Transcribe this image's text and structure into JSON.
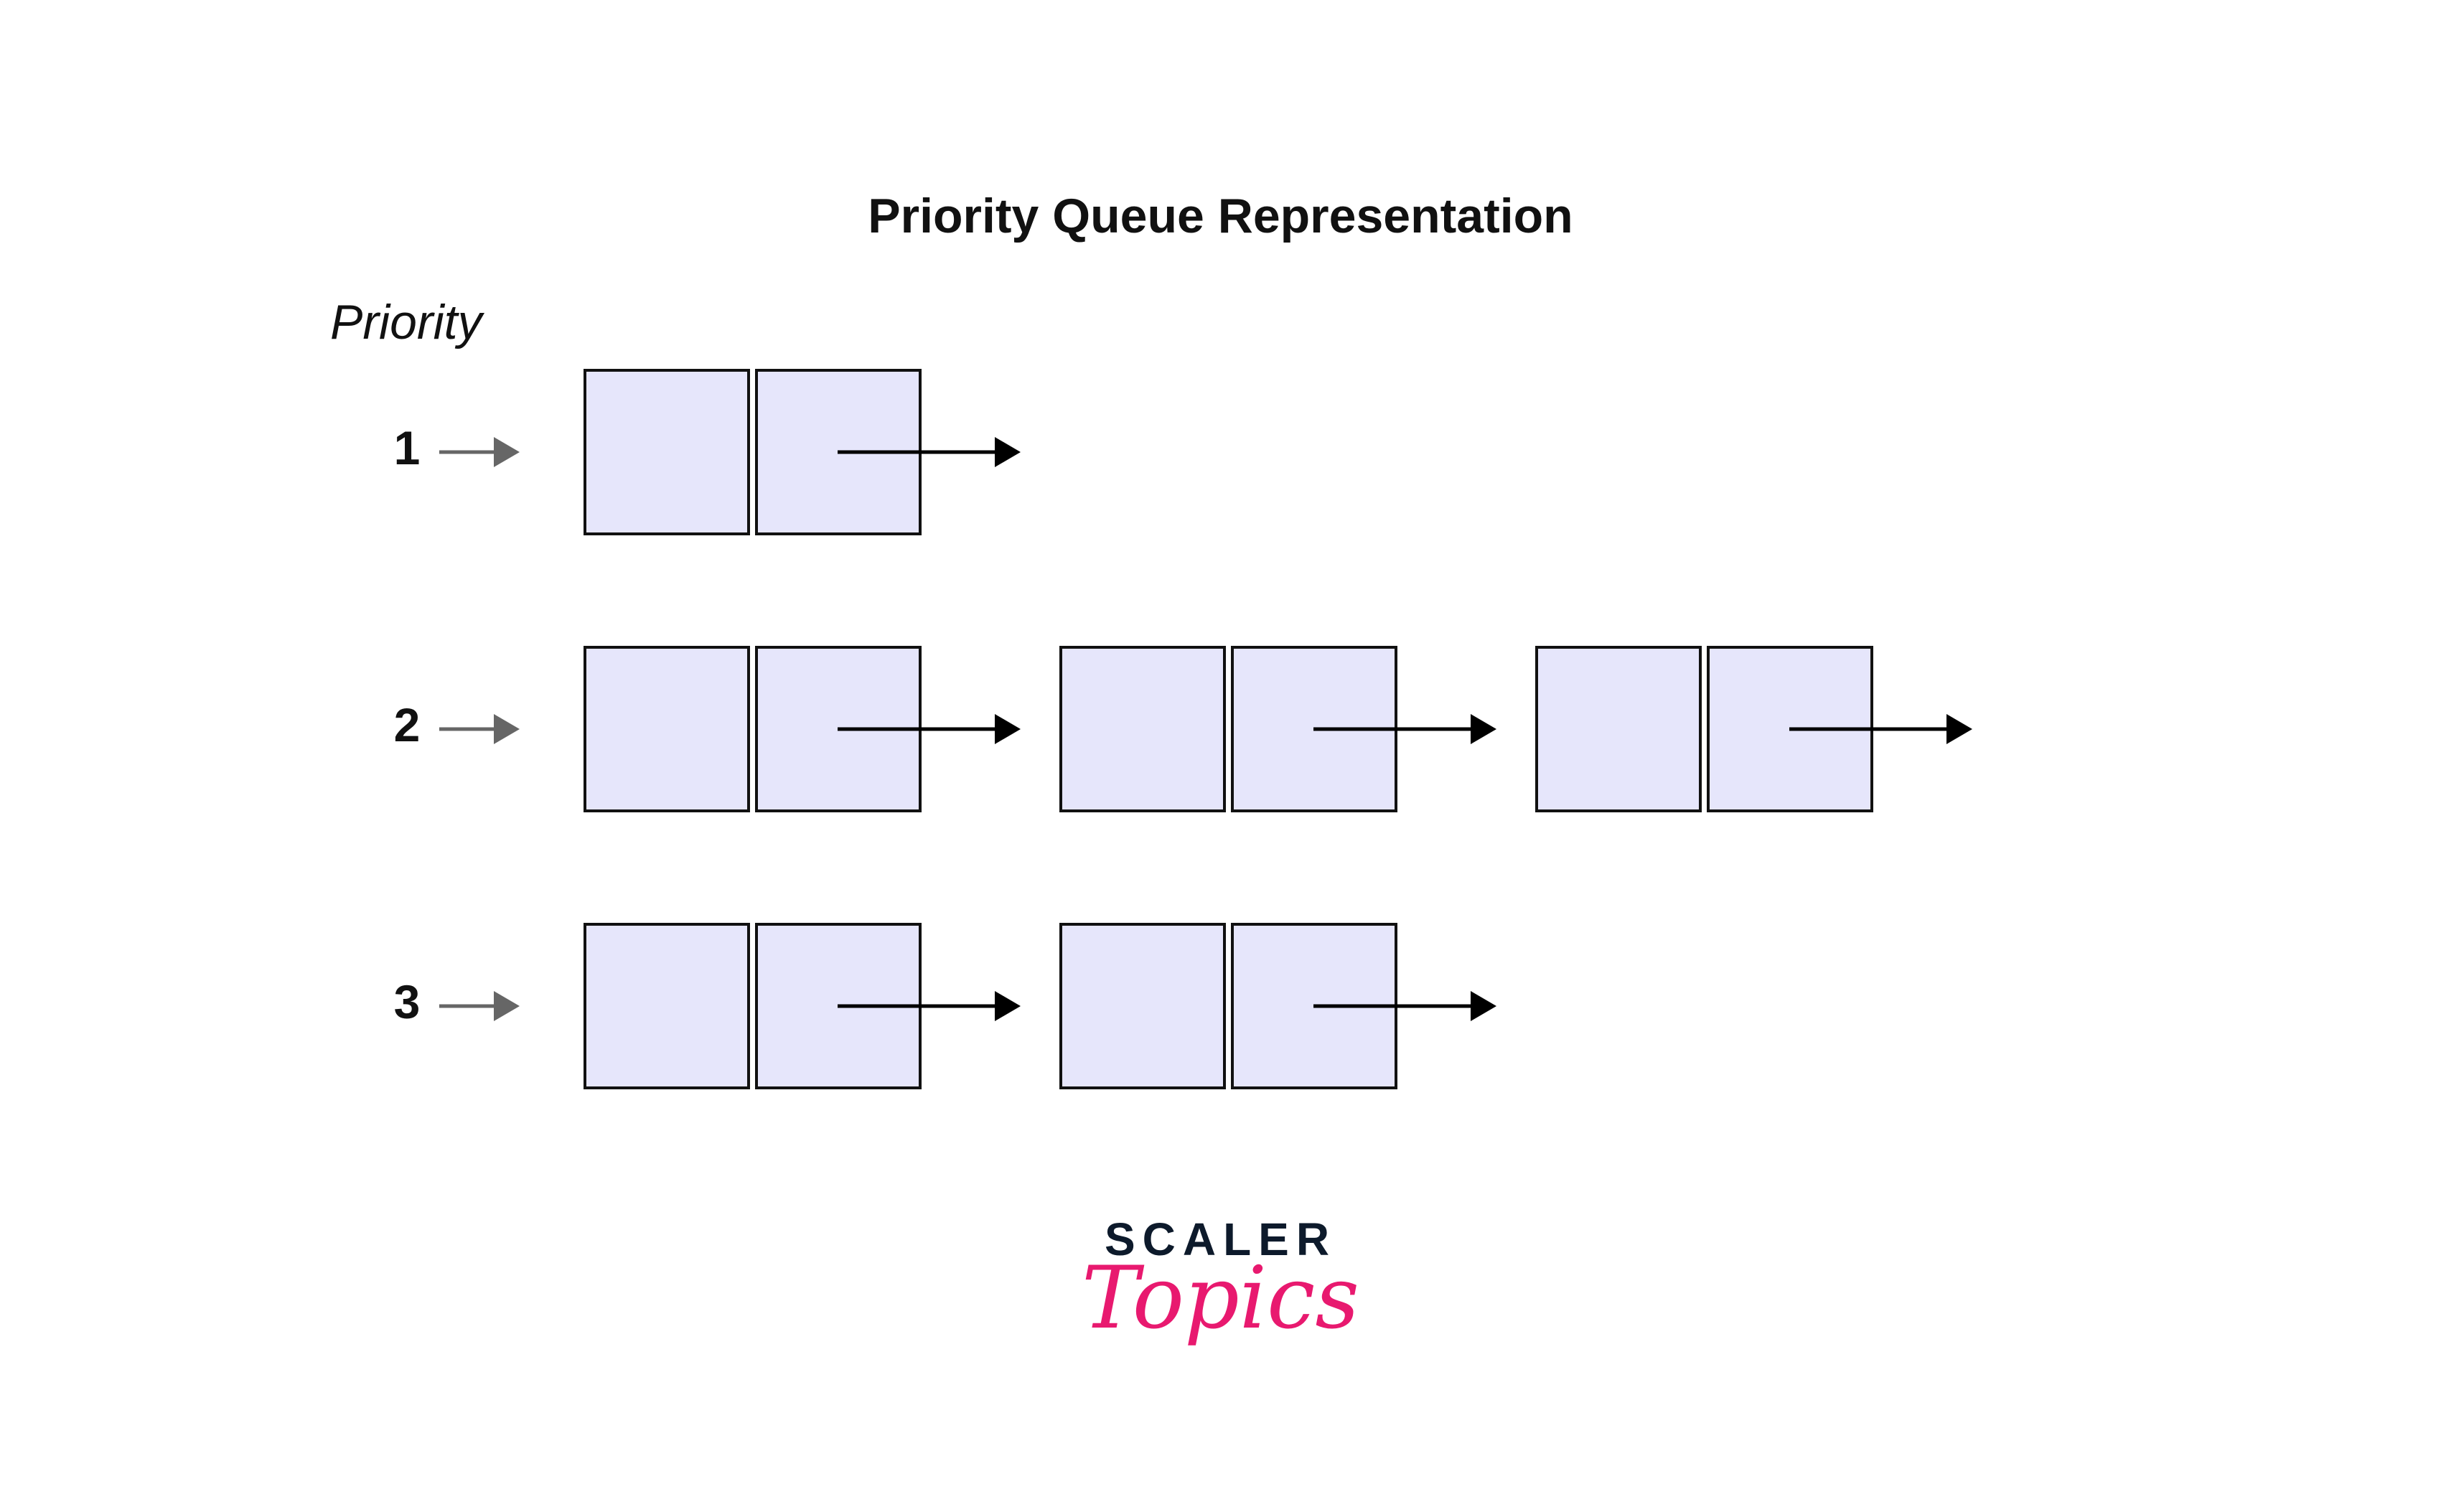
{
  "title": "Priority Queue Representation",
  "priority_heading": "Priority",
  "colors": {
    "node_fill": "#e6e6fb",
    "node_stroke": "#111111",
    "pointer_arrow": "#000000",
    "priority_arrow": "#666666",
    "logo_dark": "#0d1a2b",
    "logo_pink": "#e8196f"
  },
  "queues": [
    {
      "priority": "1",
      "node_count": 1
    },
    {
      "priority": "2",
      "node_count": 3
    },
    {
      "priority": "3",
      "node_count": 2
    }
  ],
  "logo": {
    "line1": "SCALER",
    "line2": "Topics"
  }
}
